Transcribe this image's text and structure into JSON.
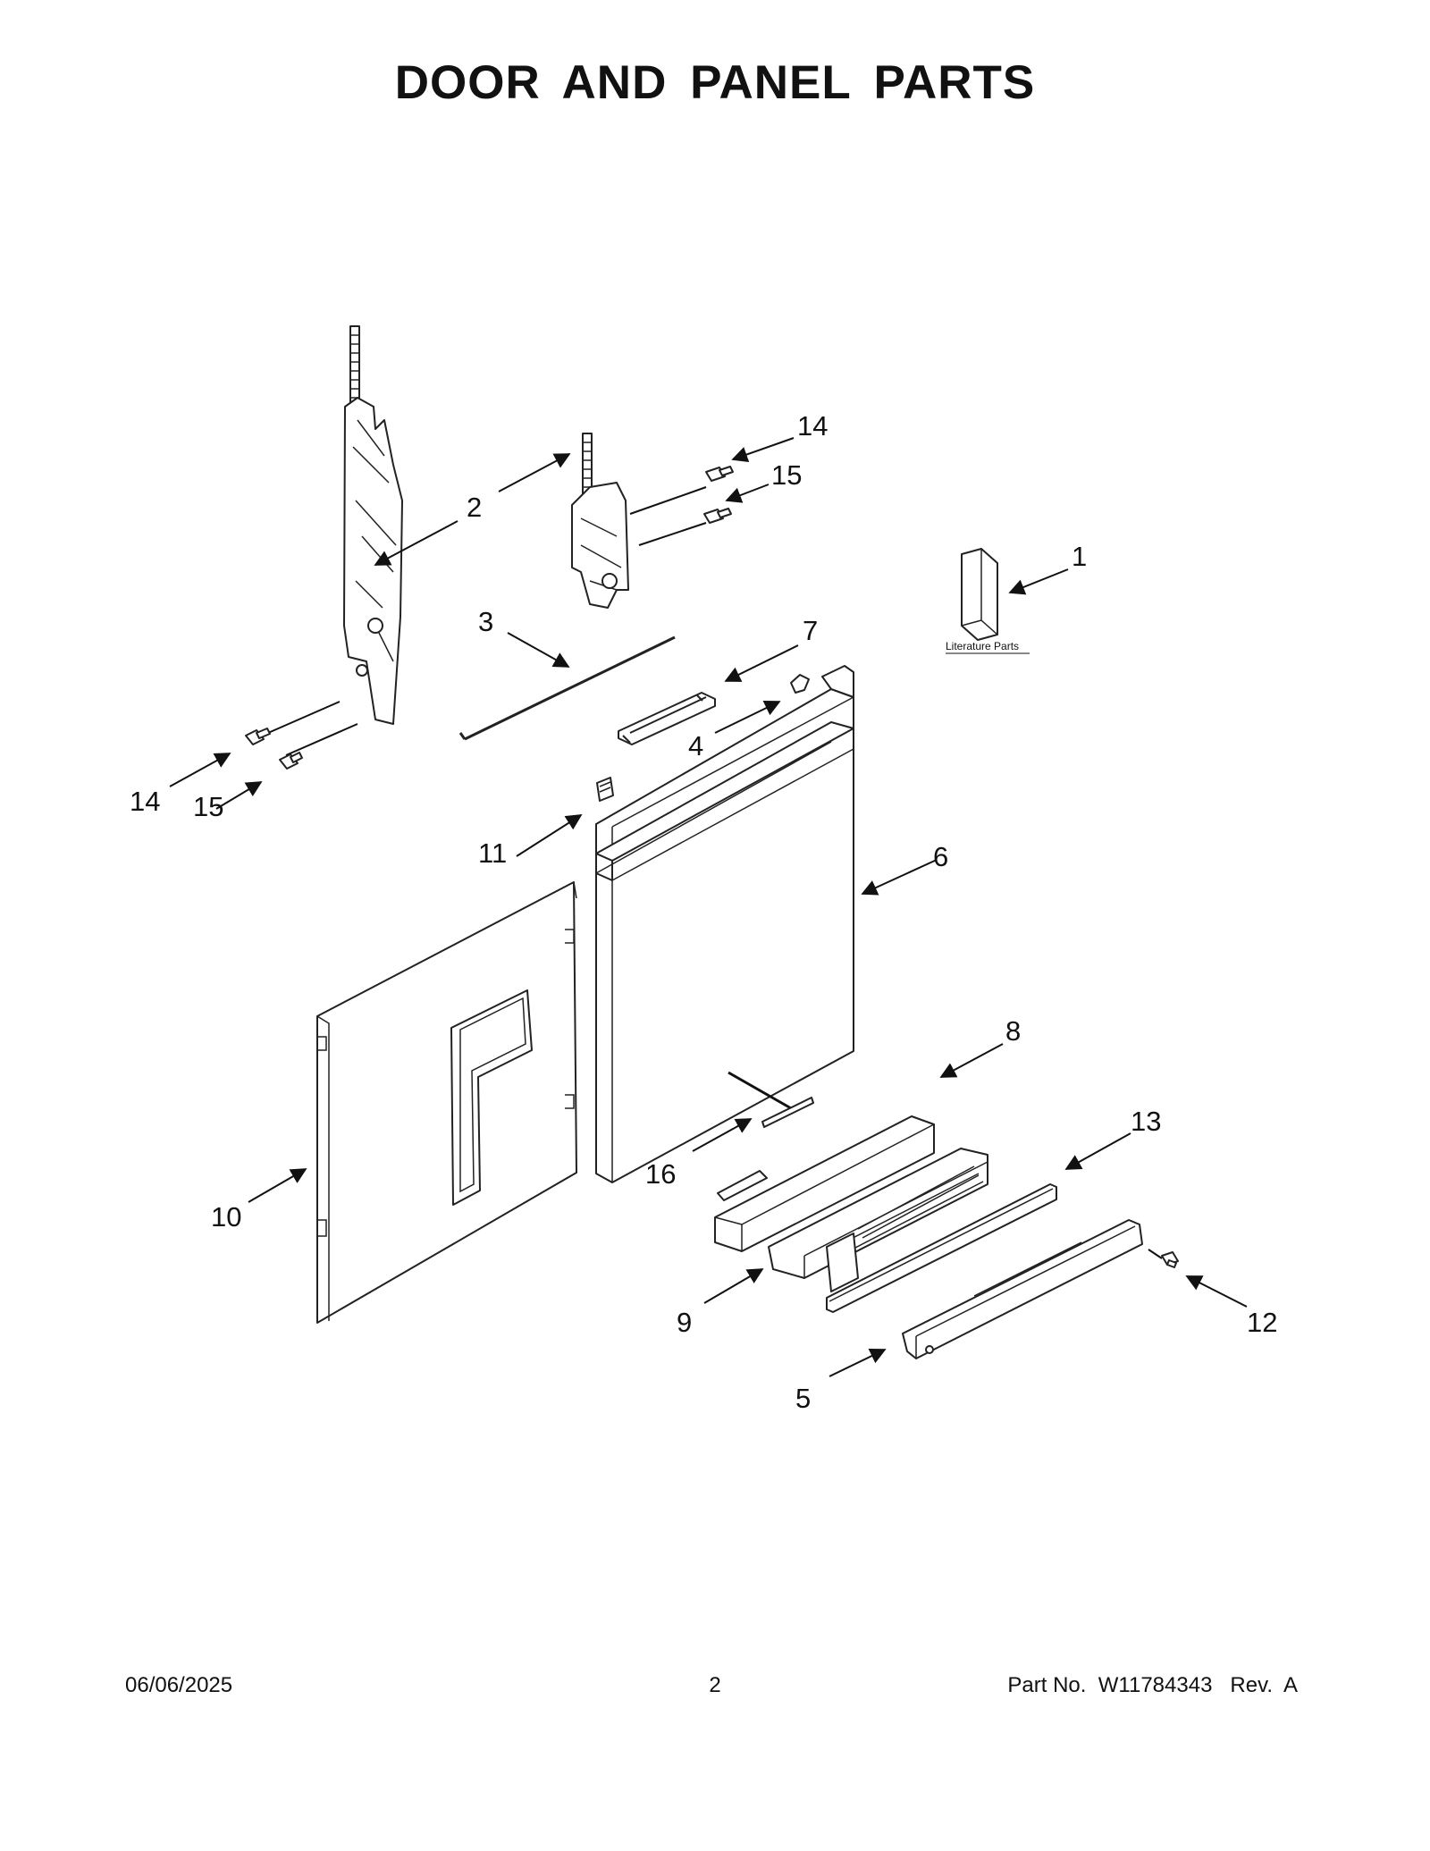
{
  "title": "DOOR AND PANEL PARTS",
  "literature_label": "Literature Parts",
  "callouts": [
    "1",
    "2",
    "3",
    "4",
    "5",
    "6",
    "7",
    "8",
    "9",
    "10",
    "11",
    "12",
    "13",
    "14",
    "14",
    "15",
    "15",
    "16"
  ],
  "footer": {
    "date": "06/06/2025",
    "page": "2",
    "part_no": "Part No.  W11784343   Rev.  A"
  }
}
